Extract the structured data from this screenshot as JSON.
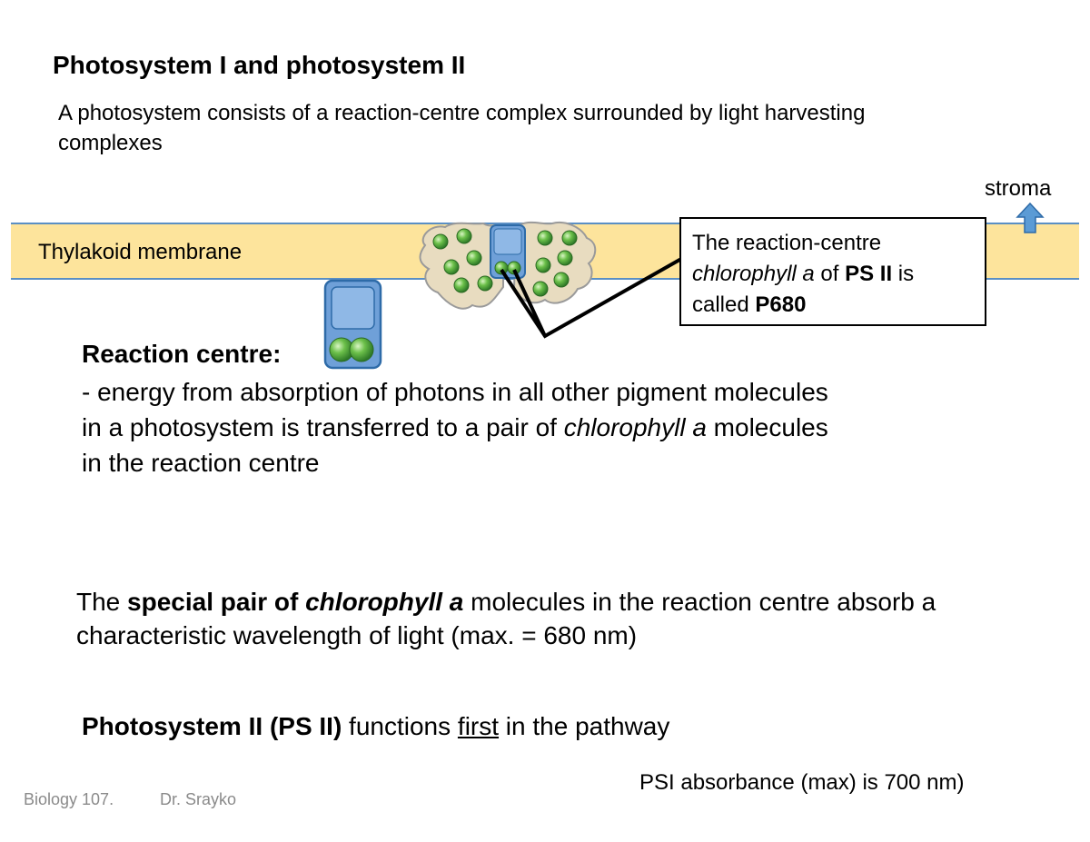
{
  "slide": {
    "title": "Photosystem I and photosystem II",
    "subtitle": "A photosystem consists of a reaction-centre complex surrounded by light harvesting complexes",
    "stroma_label": "stroma",
    "membrane_label": "Thylakoid membrane",
    "callout": {
      "line1": "The reaction-centre",
      "chl": "chlorophyll a",
      "of": " of ",
      "ps2": "PS II",
      "is": " is",
      "called": "called ",
      "p680": "P680"
    },
    "reaction_centre": {
      "heading": "Reaction centre:",
      "body_1": "- energy from absorption of photons in all other pigment molecules in a photosystem is transferred to a pair of ",
      "chl": "chlorophyll a",
      "body_2": " molecules in the reaction centre"
    },
    "special_pair": {
      "the": "The ",
      "bold": "special pair of ",
      "chl": "chlorophyll a",
      "rest": " molecules in the reaction centre absorb a characteristic wavelength of light (max. = 680 nm)"
    },
    "ps2_line": {
      "bold": "Photosystem II (PS II)",
      "mid": " functions ",
      "underlined": "first",
      "end": " in the pathway"
    },
    "footer": {
      "course": "Biology 107.",
      "instructor": "Dr. Srayko"
    },
    "psi_note": "PSI absorbance (max) is 700 nm)"
  },
  "colors": {
    "membrane_fill": "#fde49c",
    "membrane_border": "#5a8fc4",
    "reaction_centre_box": "#6fa0d8",
    "chlorophyll_green": "#5cb85c",
    "complex_fill": "#e8dcc0",
    "arrow_blue": "#5b9bd5",
    "footer_gray": "#8a8a8a"
  },
  "icons": {
    "stroma_arrow": "up-arrow-icon",
    "photosystem": "photosystem-complex-icon",
    "reaction_centre": "reaction-centre-icon"
  }
}
